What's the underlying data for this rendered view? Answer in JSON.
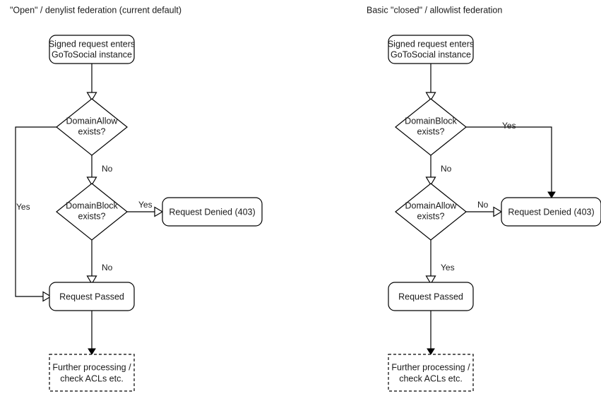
{
  "diagram": {
    "type": "flowchart",
    "panels": [
      {
        "id": "open-denylist",
        "title": "\"Open\" / denylist federation (current default)",
        "nodes": {
          "start": "Signed request enters\nGoToSocial instance",
          "start_line1": "Signed request enters",
          "start_line2": "GoToSocial instance",
          "decision1_line1": "DomainAllow",
          "decision1_line2": "exists?",
          "decision2_line1": "DomainBlock",
          "decision2_line2": "exists?",
          "denied": "Request Denied (403)",
          "passed": "Request Passed",
          "further_line1": "Further processing /",
          "further_line2": "check ACLs etc."
        },
        "edge_labels": {
          "allow_yes": "Yes",
          "allow_no": "No",
          "block_yes": "Yes",
          "block_no": "No"
        }
      },
      {
        "id": "closed-allowlist",
        "title": "Basic \"closed\" / allowlist federation",
        "nodes": {
          "start": "Signed request enters\nGoToSocial instance",
          "start_line1": "Signed request enters",
          "start_line2": "GoToSocial instance",
          "decision1_line1": "DomainBlock",
          "decision1_line2": "exists?",
          "decision2_line1": "DomainAllow",
          "decision2_line2": "exists?",
          "denied": "Request Denied (403)",
          "passed": "Request Passed",
          "further_line1": "Further processing /",
          "further_line2": "check ACLs etc."
        },
        "edge_labels": {
          "block_yes": "Yes",
          "block_no": "No",
          "allow_no": "No",
          "allow_yes": "Yes"
        }
      }
    ],
    "colors": {
      "stroke": "#000000",
      "fill": "#ffffff",
      "text": "#1a1a1a"
    }
  }
}
